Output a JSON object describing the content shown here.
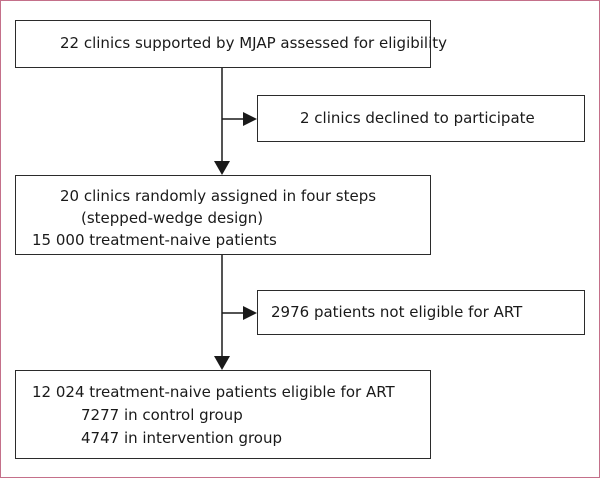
{
  "flow": {
    "assessed": {
      "text": "22 clinics supported by MJAP assessed for eligibility"
    },
    "declined": {
      "text": "2 clinics declined to participate"
    },
    "randomised": {
      "line1": "20 clinics randomly assigned in four steps",
      "line2": "(stepped-wedge design)",
      "line3": "15 000 treatment-naive patients"
    },
    "not_eligible": {
      "text": "2976 patients not eligible for ART"
    },
    "eligible": {
      "line1": "12 024 treatment-naive patients eligible for ART",
      "line2": "7277 in control group",
      "line3": "4747 in intervention group"
    }
  },
  "colors": {
    "frame_border": "#c4708a",
    "box_border": "#2b2b2b",
    "connector": "#1a1a1a"
  }
}
